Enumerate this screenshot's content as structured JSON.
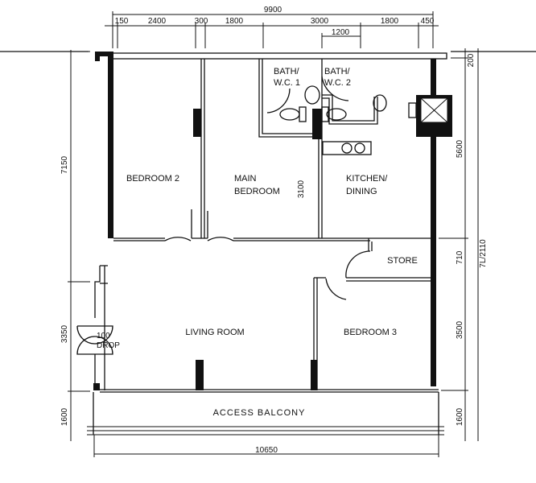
{
  "plan": {
    "rooms": {
      "bedroom2": "BEDROOM 2",
      "main_bedroom_1": "MAIN",
      "main_bedroom_2": "BEDROOM",
      "bath1_1": "BATH/",
      "bath1_2": "W.C. 1",
      "bath2_1": "BATH/",
      "bath2_2": "W.C. 2",
      "kitchen_1": "KITCHEN/",
      "kitchen_2": "DINING",
      "store": "STORE",
      "living": "LIVING ROOM",
      "bedroom3": "BEDROOM 3",
      "balcony": "ACCESS BALCONY",
      "drop_1": "100",
      "drop_2": "DROP"
    },
    "dimensions": {
      "top_total": "9900",
      "top": [
        "150",
        "2400",
        "300",
        "1800",
        "3000",
        "1800",
        "450"
      ],
      "top_sub": "1200",
      "left": [
        "7150",
        "3350",
        "1600"
      ],
      "right": [
        "200",
        "5600",
        "710",
        "3500",
        "1600"
      ],
      "right_outer": "7L/2110",
      "inner": "3100",
      "bottom": "10650"
    }
  }
}
